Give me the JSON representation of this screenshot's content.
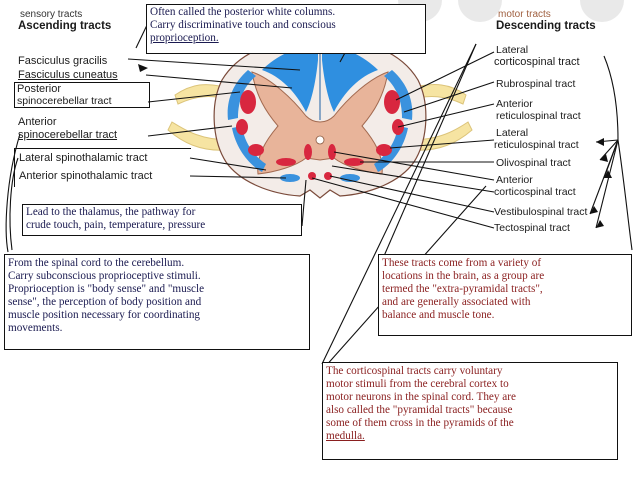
{
  "headers": {
    "left_small": "sensory tracts",
    "left_title": "Ascending tracts",
    "right_small": "motor tracts",
    "right_title": "Descending tracts"
  },
  "top_box": {
    "lines": [
      "Often called the posterior white columns.",
      "Carry discriminative touch and conscious",
      "proprioception."
    ]
  },
  "left_labels": {
    "fasciculus_gracilis": "Fasciculus gracilis",
    "fasciculus_cuneatus": "Fasciculus cuneatus",
    "posterior_line1": "Posterior",
    "posterior_line2": "spinocerebellar tract",
    "anterior_line1": "Anterior",
    "anterior_line2": "spinocerebellar tract",
    "lateral_spinothalamic": "Lateral spinothalamic tract",
    "anterior_spinothalamic": "Anterior spinothalamic tract"
  },
  "right_labels": {
    "lateral_cs_1": "Lateral",
    "lateral_cs_2": "corticospinal tract",
    "rubrospinal": "Rubrospinal tract",
    "anterior_rs_1": "Anterior",
    "anterior_rs_2": "reticulospinal tract",
    "lateral_rs_1": "Lateral",
    "lateral_rs_2": "reticulospinal tract",
    "olivospinal": "Olivospinal tract",
    "anterior_cs_1": "Anterior",
    "anterior_cs_2": "corticospinal tract",
    "vestibulospinal": "Vestibulospinal tract",
    "tectospinal": "Tectospinal tract"
  },
  "thalamus_box": {
    "lines": [
      "Lead to the thalamus, the pathway for",
      "crude touch, pain, temperature, pressure"
    ]
  },
  "cerebellum_box": {
    "lines": [
      "From the spinal cord to the cerebellum.",
      "Carry subconscious proprioceptive stimuli.",
      "Proprioception is \"body sense\" and \"muscle",
      "sense\", the perception of body position and",
      "muscle position necessary for coordinating",
      "movements."
    ]
  },
  "extrapyramidal_box": {
    "lines": [
      "These tracts come from a variety of",
      "locations in the brain, as a group are",
      "termed the \"extra-pyramidal tracts\",",
      "and are generally associated with",
      "balance and muscle tone."
    ]
  },
  "pyramidal_box": {
    "lines": [
      "The corticospinal tracts carry voluntary",
      "motor stimuli from the cerebral cortex to",
      "motor neurons in the spinal cord.  They are",
      "also called the \"pyramidal tracts\" because",
      "some of them cross in the pyramids of the",
      "medulla."
    ]
  },
  "colors": {
    "white_matter": "#f3ece8",
    "grey_matter": "#e8b49a",
    "nerve_root": "#f6e4a2",
    "dorsal_column": "#2f8fe0",
    "ascending": "#3a92de",
    "descending": "#d8273f",
    "text_box": "#1a1a50",
    "text_red": "#8a1f1f"
  }
}
